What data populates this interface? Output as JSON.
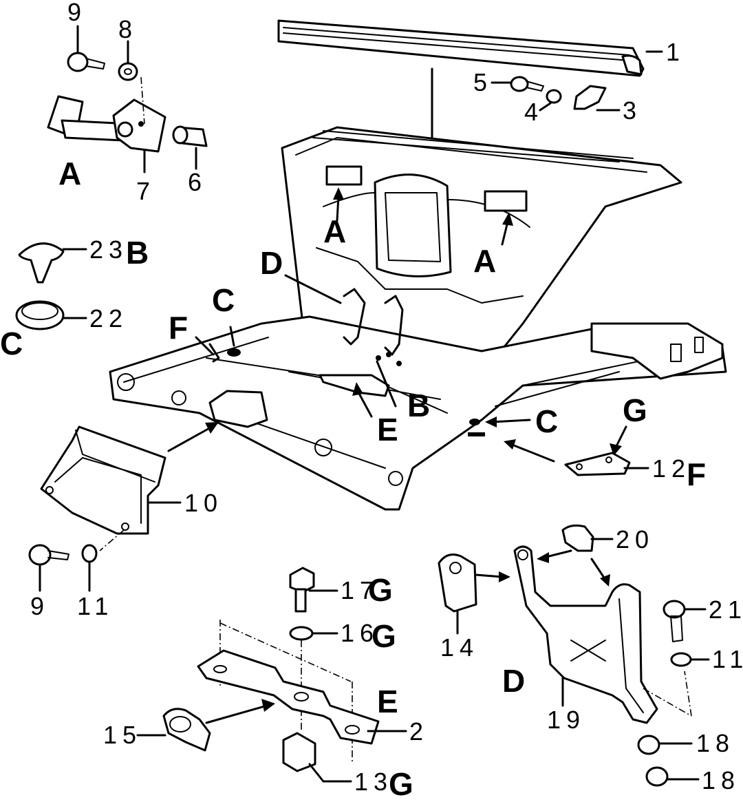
{
  "part_numbers": {
    "n1": "1",
    "n2": "2",
    "n3": "3",
    "n4": "4",
    "n5": "5",
    "n6": "6",
    "n7": "7",
    "n8": "8",
    "n9": "9",
    "n9b": "9",
    "n10": "10",
    "n11": "11",
    "n11b": "11",
    "n12": "12",
    "n13": "13",
    "n14": "14",
    "n15": "15",
    "n16": "16",
    "n17": "17",
    "n18": "18",
    "n18b": "18",
    "n19": "19",
    "n20": "20",
    "n21": "21",
    "n22": "22",
    "n23": "23"
  },
  "detail_letters": {
    "A": "A",
    "B": "B",
    "C": "C",
    "D": "D",
    "E": "E",
    "F": "F",
    "G": "G"
  }
}
